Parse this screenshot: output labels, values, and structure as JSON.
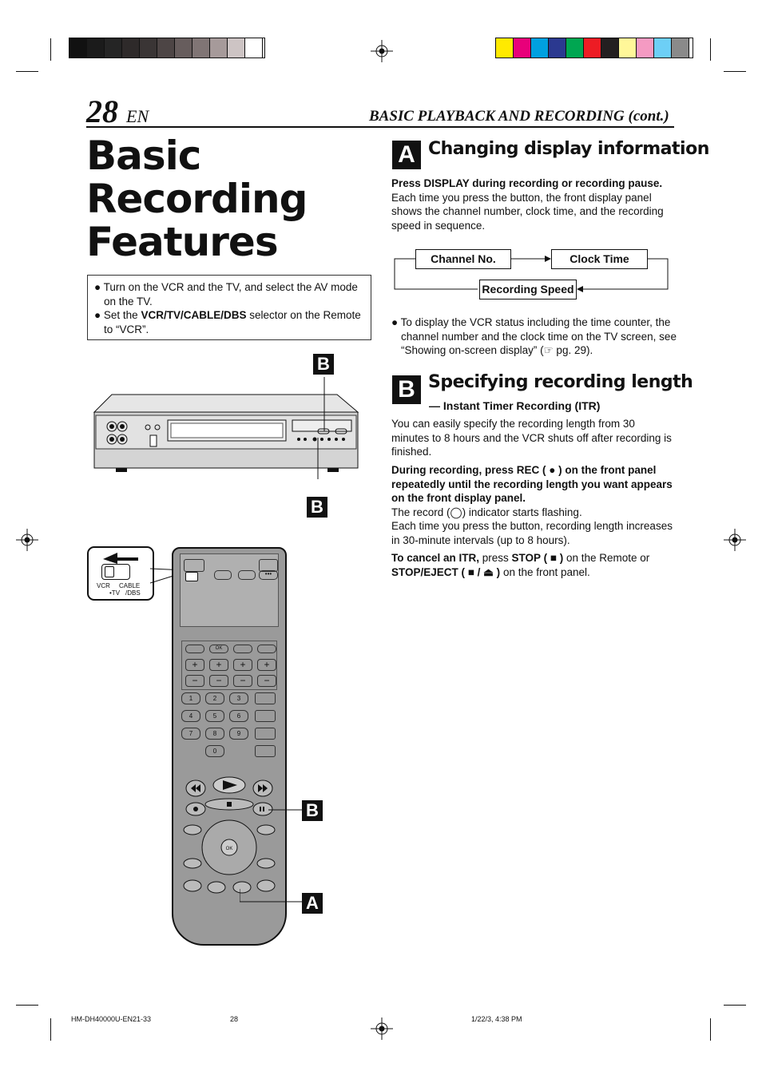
{
  "page": {
    "number": "28",
    "lang": "EN",
    "section": "BASIC PLAYBACK AND RECORDING (cont.)"
  },
  "title": {
    "line1": "Basic",
    "line2": "Recording",
    "line3": "Features"
  },
  "color_bars": {
    "gray": [
      "#111111",
      "#1b1b1b",
      "#252525",
      "#2e2a2a",
      "#3a3535",
      "#4d4545",
      "#675d5d",
      "#807575",
      "#a69a9a",
      "#cdc4c4",
      "#ffffff"
    ],
    "color": [
      "#ffea00",
      "#e8007a",
      "#00a0e0",
      "#2b3990",
      "#00a651",
      "#ed1c24",
      "#231f20",
      "#fff799",
      "#f49ac2",
      "#6dcff6",
      "#8a8a8a"
    ]
  },
  "prereq": [
    "Turn on the VCR and the TV, and select the AV mode on the TV.",
    "Set the ",
    "VCR/TV/CABLE/DBS",
    " selector on the Remote to “VCR”."
  ],
  "sectionA": {
    "badge": "A",
    "heading": "Changing display information",
    "instr": "Press DISPLAY during recording or recording pause.",
    "body": "Each time you press the button, the front display panel shows the channel number, clock time, and the recording speed in sequence.",
    "flow": [
      "Channel No.",
      "Clock Time",
      "Recording Speed"
    ],
    "note": "To display the VCR status including the time counter, the channel number and the clock time on the TV screen, see “Showing on-screen display” (☞ pg. 29)."
  },
  "sectionB": {
    "badge": "B",
    "heading": "Specifying recording length",
    "subheading": "— Instant Timer Recording (ITR)",
    "p1": "You can easily specify the recording length from 30 minutes to 8 hours and the VCR shuts off after recording is finished.",
    "p2a": "During recording, press REC ( ● ) on the front panel repeatedly until the recording length you want appears on the front display panel.",
    "p3": "The record (◯) indicator starts flashing.",
    "p4": "Each time you press the button, recording length increases in 30-minute intervals (up to 8 hours).",
    "p5a": "To cancel an ITR,",
    "p5b": " press ",
    "p5c": "STOP ( ■ )",
    "p5d": " on the Remote or ",
    "p5e": "STOP/EJECT ( ■ / ⏏ )",
    "p5f": " on the front panel."
  },
  "figure": {
    "labels": [
      "B",
      "B",
      "B",
      "A"
    ],
    "selector": {
      "vcr": "VCR",
      "tv": "•TV",
      "cable": "CABLE",
      "dbs": "/DBS"
    },
    "keys": [
      "1",
      "2",
      "3",
      "4",
      "5",
      "6",
      "7",
      "8",
      "9",
      "0"
    ],
    "ok": "OK"
  },
  "footer": {
    "file": "HM-DH40000U-EN21-33",
    "page": "28",
    "date": "1/22/3, 4:38 PM"
  }
}
